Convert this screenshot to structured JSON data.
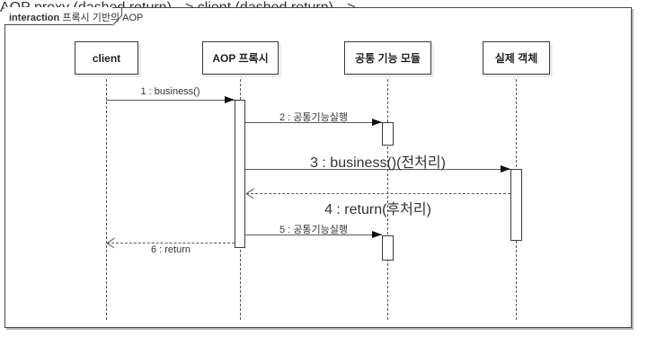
{
  "frame": {
    "keyword": "interaction",
    "title": "프록시 기반의 AOP"
  },
  "lifelines": [
    {
      "id": "client",
      "label": "client"
    },
    {
      "id": "aop-proxy",
      "label": "AOP 프록시"
    },
    {
      "id": "common-module",
      "label": "공통 기능 모듈"
    },
    {
      "id": "real-object",
      "label": "실제 객체"
    }
  ],
  "messages": [
    {
      "num": 1,
      "label": "1 : business()",
      "from": "client",
      "to": "AOP 프록시",
      "kind": "sync"
    },
    {
      "num": 2,
      "label": "2 : 공통기능실행",
      "from": "AOP 프록시",
      "to": "공통 기능 모듈",
      "kind": "sync"
    },
    {
      "num": 3,
      "label": "3 : business()(전처리)",
      "from": "AOP 프록시",
      "to": "실제 객체",
      "kind": "sync"
    },
    {
      "num": 4,
      "label": "4 : return(후처리)",
      "from": "실제 객체",
      "to": "AOP 프록시",
      "kind": "return"
    },
    {
      "num": 5,
      "label": "5 : 공통기능실행",
      "from": "AOP 프록시",
      "to": "공통 기능 모듈",
      "kind": "sync"
    },
    {
      "num": 6,
      "label": "6 : return",
      "from": "AOP 프록시",
      "to": "client",
      "kind": "return"
    }
  ],
  "colors": {
    "background": "#ffffff",
    "frame_border": "#4a4a4a",
    "box_border": "#3a3a3a",
    "line": "#5a5a5a",
    "arrowhead": "#101010",
    "text": "#333333",
    "shadow": "#b4b4b4"
  }
}
